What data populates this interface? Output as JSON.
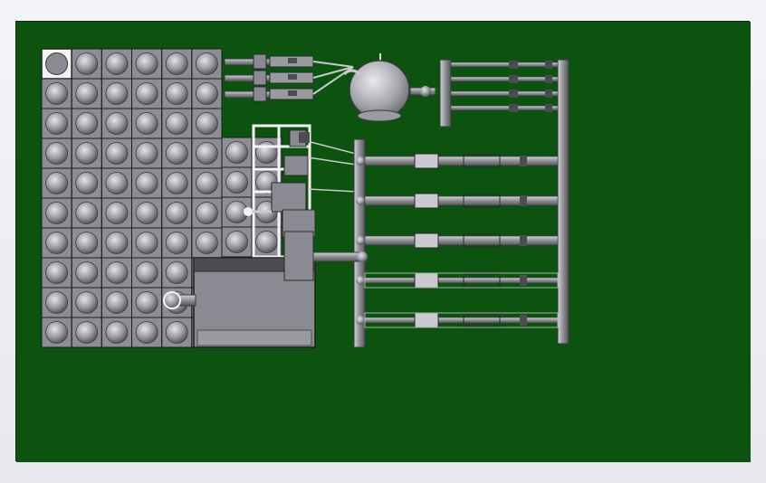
{
  "viewport": {
    "background_color": "#0b530e",
    "border_color": "#0d2f0d"
  },
  "palette": {
    "steel": "#8d8d94",
    "steel_dark": "#4c4c52",
    "steel_light": "#c9c9cf",
    "grid_line": "#1d1d1d",
    "tank_fill": "#a9a9b0",
    "white_frame": "#f4f4f4"
  },
  "model": {
    "tank_grid": {
      "columns": 6,
      "rows": 10
    },
    "extension_grid": {
      "columns": 2,
      "rows": 4
    },
    "header_branches": 5,
    "top_valve_trains": 3,
    "right_branches": 4
  }
}
